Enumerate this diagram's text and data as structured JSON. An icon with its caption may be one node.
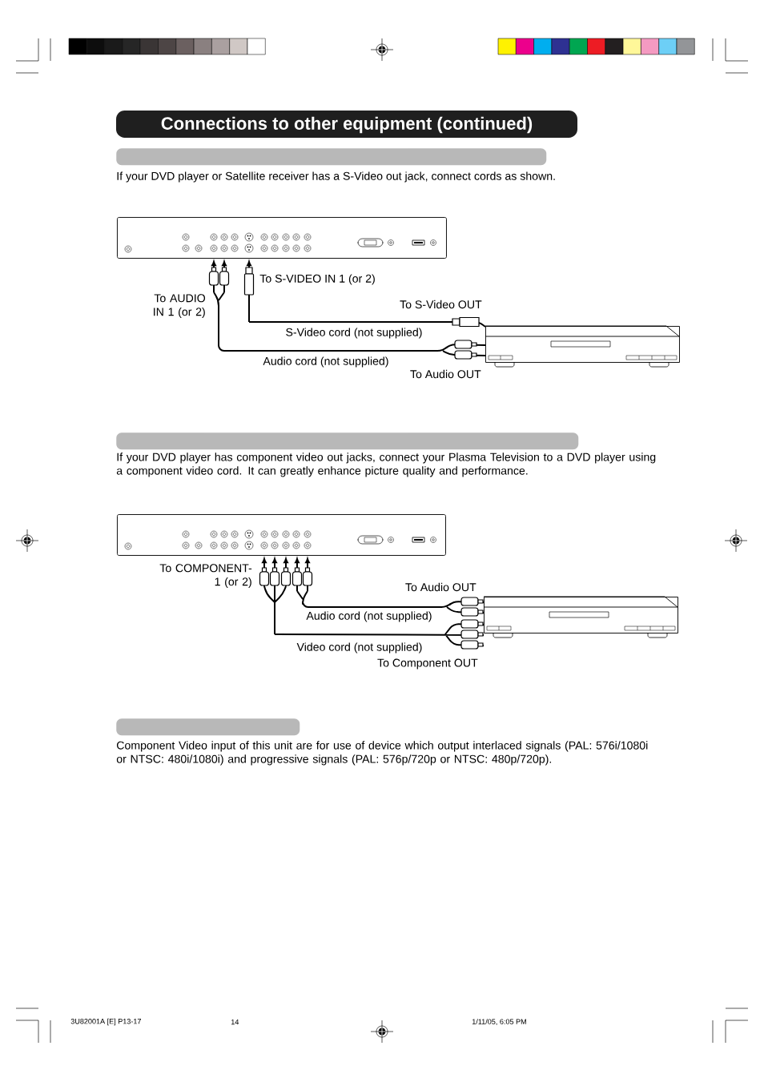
{
  "diagram": {
    "title": "Connections to other equipment (continued)",
    "nodes": [
      {
        "text": [],
        "shape": "bar"
      },
      {
        "text": [],
        "shape": "box"
      },
      {
        "text": [],
        "shape": "picture"
      },
      {
        "text": [],
        "shape": "bar"
      },
      {
        "text": [],
        "shape": "box"
      },
      {
        "text": [],
        "shape": "picture"
      },
      {
        "text": [],
        "shape": "bar"
      }
    ],
    "edges": [
      {
        "from": 2,
        "to": 1,
        "arrow": "to",
        "label": "S-Video cord (not supplied)"
      },
      {
        "from": 2,
        "to": 1,
        "arrow": "to",
        "label": "Audio cord (not supplied)"
      },
      {
        "from": 5,
        "to": 4,
        "arrow": "to",
        "label": "Audio cord (not supplied)"
      },
      {
        "from": 5,
        "to": 4,
        "arrow": "to",
        "label": "Video cord (not supplied)"
      }
    ],
    "labels": [
      "If your DVD player or Satellite receiver has a S-Video out jack, connect cords as shown.",
      "To AUDIO IN 1 (or 2)",
      "To S-VIDEO IN 1 (or 2)",
      "To S-Video OUT",
      "To Audio OUT",
      "If your DVD player has component video out jacks, connect your Plasma Television to a DVD player using a component video cord. It can greatly enhance picture quality and performance.",
      "To COMPONENT-1 (or 2)",
      "To Audio OUT",
      "To Component OUT",
      "Component Video input of this unit are for use of device which output interlaced signals (PAL: 576i/1080i or NTSC: 480i/1080i) and progressive signals (PAL: 576p/720p or NTSC: 480p/720p).",
      "3U82001A [E] P13-17",
      "14",
      "1/11/05, 6:05 PM"
    ]
  }
}
